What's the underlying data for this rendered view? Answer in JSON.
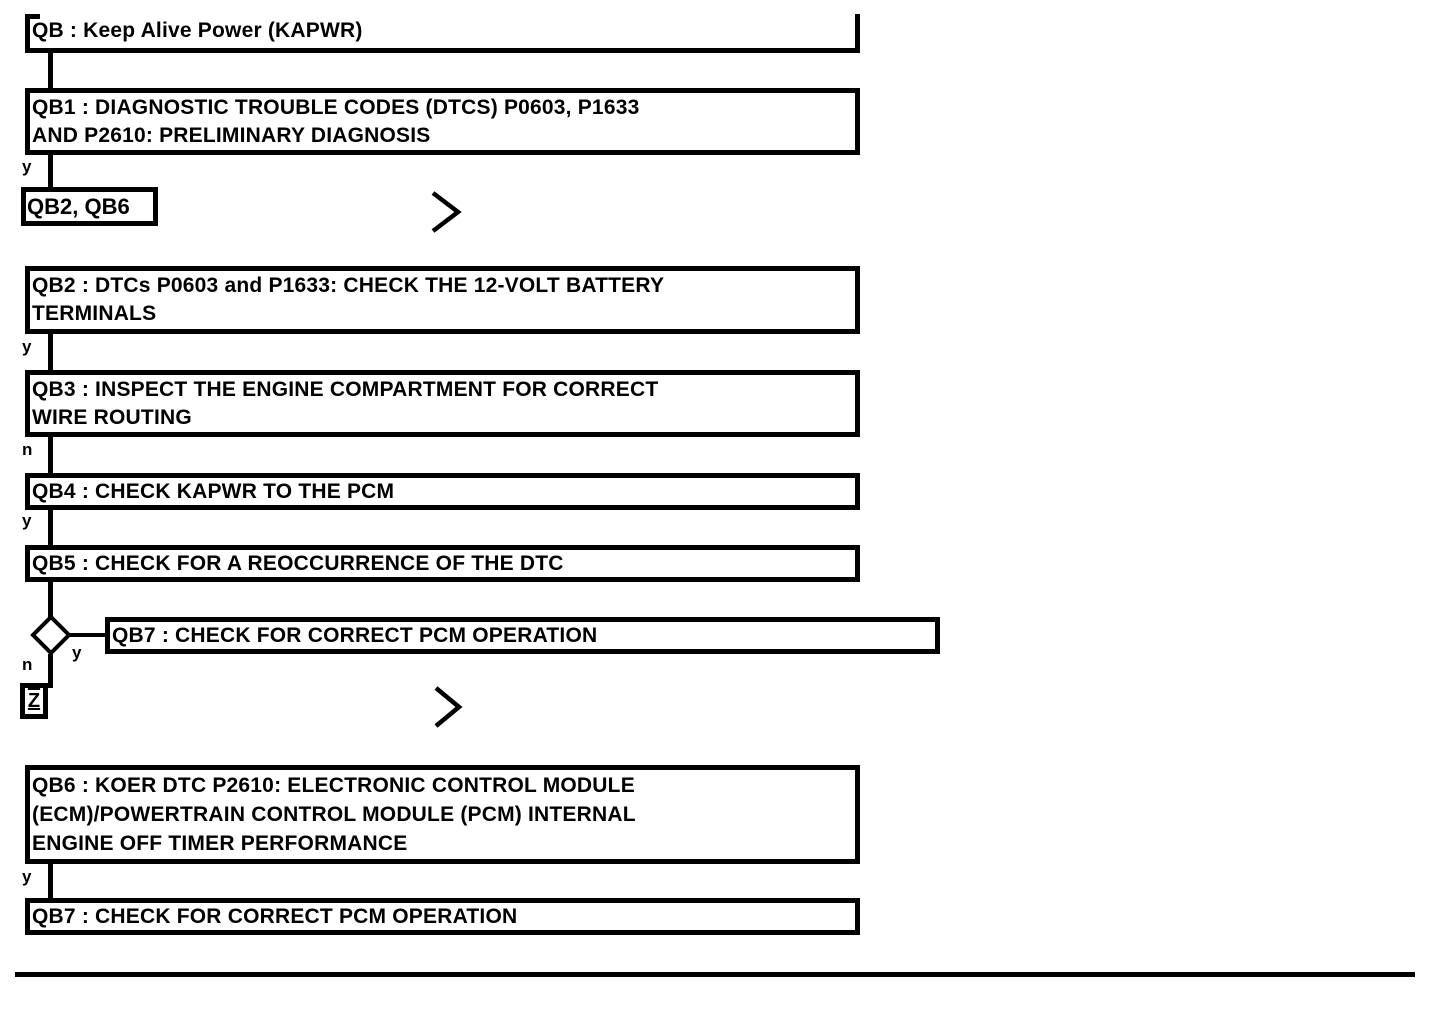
{
  "flowchart": {
    "title_box": {
      "label": "QB : Keep Alive Power (KAPWR)"
    },
    "boxes": {
      "qb1": {
        "line1": "QB1 : DIAGNOSTIC TROUBLE CODES (DTCS) P0603, P1633",
        "line2": "AND P2610: PRELIMINARY DIAGNOSIS"
      },
      "qb2qb6_ref": {
        "label": "QB2, QB6"
      },
      "qb2": {
        "line1": "QB2 : DTCs P0603 and P1633: CHECK THE 12-VOLT BATTERY",
        "line2": "TERMINALS"
      },
      "qb3": {
        "line1": "QB3 : INSPECT THE ENGINE COMPARTMENT FOR CORRECT",
        "line2": "WIRE ROUTING"
      },
      "qb4": {
        "label": "QB4 : CHECK KAPWR TO THE PCM"
      },
      "qb5": {
        "label": "QB5 : CHECK FOR A REOCCURRENCE OF THE DTC"
      },
      "qb7_branch": {
        "label": "QB7 : CHECK FOR CORRECT PCM OPERATION"
      },
      "z_ref": {
        "label": "Z"
      },
      "qb6": {
        "line1": "QB6 : KOER DTC P2610: ELECTRONIC CONTROL MODULE",
        "line2": "(ECM)/POWERTRAIN CONTROL MODULE (PCM) INTERNAL",
        "line3": "ENGINE OFF TIMER PERFORMANCE"
      },
      "qb7_final": {
        "label": "QB7 : CHECK FOR CORRECT PCM OPERATION"
      }
    },
    "branch_labels": {
      "qb1_yes": "y",
      "qb2_yes": "y",
      "qb3_no": "n",
      "qb4_yes": "y",
      "qb5_yes": "y",
      "qb5_no": "n",
      "qb6_yes": "y"
    },
    "colors": {
      "line": "#000000",
      "background": "#ffffff"
    }
  }
}
